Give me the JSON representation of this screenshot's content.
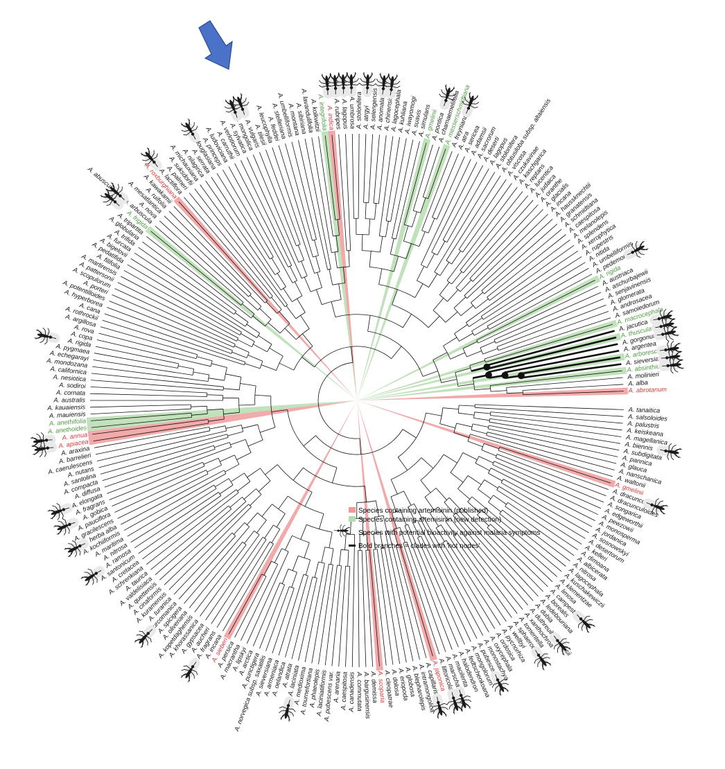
{
  "colors": {
    "published": "#ef9a9a",
    "new_detection": "#b5dcae",
    "published_text": "#d83a3a",
    "new_detection_text": "#4f9a43",
    "branch": "#111111",
    "mosquito": "#1a1a1a",
    "arrow": "#4a72c8"
  },
  "icons": {
    "mosquito": "mosquito-icon",
    "arrow": "arrow-down-right-icon",
    "hot_node": "hot-node-icon"
  },
  "legend": {
    "published": "Species containing artemisinin (published)",
    "new_detection": "Species containing artemisinin (new detection)",
    "bioactivity": "Species with potential bioactivity against malaria symptoms",
    "bold": "Bold branches = clades with 'hot nodes'"
  },
  "taxa": [
    {
      "name": "A. tanaitica"
    },
    {
      "name": "A. salsoloides"
    },
    {
      "name": "A. palustris"
    },
    {
      "name": "A. keiskeana"
    },
    {
      "name": "A. magellanica"
    },
    {
      "name": "A. biennis",
      "mos": 1
    },
    {
      "name": "A. subdigitata"
    },
    {
      "name": "A. pannica"
    },
    {
      "name": "A. glauca"
    },
    {
      "name": "A. nanschanica"
    },
    {
      "name": "A. waltonii"
    },
    {
      "name": "A. gmelinii",
      "s": "p"
    },
    {
      "name": "A. dracunculus",
      "mos": 1
    },
    {
      "name": "A. dracunculoides"
    },
    {
      "name": "A. songarica"
    },
    {
      "name": "A. edgeworthii"
    },
    {
      "name": "A. pewzowii"
    },
    {
      "name": "A. monosperma"
    },
    {
      "name": "A. jordanica"
    },
    {
      "name": "A. sosnowskyi"
    },
    {
      "name": "A. desertorum"
    },
    {
      "name": "A. kelleri"
    },
    {
      "name": "A. dimoana"
    },
    {
      "name": "A. albicerata"
    },
    {
      "name": "A. nitrosa"
    },
    {
      "name": "A. lagocephala"
    },
    {
      "name": "A. kuschakewiczii"
    },
    {
      "name": "A. klementzae"
    },
    {
      "name": "A. limosa"
    },
    {
      "name": "A. campestris",
      "mos": 1
    },
    {
      "name": "A. borealis"
    },
    {
      "name": "A. ledebouriana"
    },
    {
      "name": "A. dubia"
    },
    {
      "name": "A. duthreuil-de-rhinsii",
      "mos": 1
    },
    {
      "name": "A. xanthochroa"
    },
    {
      "name": "A. tomentella"
    },
    {
      "name": "A. sphaerocephala",
      "mos": 1
    },
    {
      "name": "A. wellbyi"
    },
    {
      "name": "A. pycnorhiza"
    },
    {
      "name": "A. ordosica"
    },
    {
      "name": "A. oxycephala"
    },
    {
      "name": "A. monostachya"
    },
    {
      "name": "A. pubescens",
      "mos": 1
    },
    {
      "name": "A. mongolorum"
    },
    {
      "name": "A. fedtschenkoana"
    },
    {
      "name": "A. halodendron"
    },
    {
      "name": "A. macilenta"
    },
    {
      "name": "A. marschalliana",
      "mos": 1
    },
    {
      "name": "A. littoricola",
      "mos": 1
    },
    {
      "name": "A. japonica",
      "s": "p"
    },
    {
      "name": "A. capillaris",
      "mos": 1
    },
    {
      "name": "A. intramongolica"
    },
    {
      "name": "A. blepharolepis"
    },
    {
      "name": "A. globosa"
    },
    {
      "name": "A. eriopoda"
    },
    {
      "name": "A. dolosa"
    },
    {
      "name": "A. cleopatrae"
    },
    {
      "name": "A. scoparia",
      "s": "p"
    },
    {
      "name": "A. demissa"
    },
    {
      "name": "A. bargusinensis"
    },
    {
      "name": "A. commutata"
    },
    {
      "name": "A. canadensis"
    },
    {
      "name": "A. caespitosa"
    },
    {
      "name": "A. arenaria"
    },
    {
      "name": "A. pubescens var."
    },
    {
      "name": "A. laciniatiformis"
    },
    {
      "name": "A. phaeolepis"
    },
    {
      "name": "A. tournefortiana"
    },
    {
      "name": "A. medioxima"
    },
    {
      "name": "A. laciniata",
      "mos": 1
    },
    {
      "name": "A. atrata"
    },
    {
      "name": "A. oelandica"
    },
    {
      "name": "A. armeniaca"
    },
    {
      "name": "A. sieversiana"
    },
    {
      "name": "A. norvegica subsp. saxatilis"
    },
    {
      "name": "A. punctigera"
    },
    {
      "name": "A. arctica"
    },
    {
      "name": "A. lipskyi"
    },
    {
      "name": "A. macrantha"
    },
    {
      "name": "A. persica"
    },
    {
      "name": "A. sieberi",
      "s": "p"
    },
    {
      "name": "A. incana"
    },
    {
      "name": "A. fragrans",
      "mos": 1
    },
    {
      "name": "A. aucheri"
    },
    {
      "name": "A. gypsacea"
    },
    {
      "name": "A. khorassanica"
    },
    {
      "name": "A. kopetdaghensis"
    },
    {
      "name": "A. oliveriana"
    },
    {
      "name": "A. spicigera"
    },
    {
      "name": "A. turcomanica",
      "mos": 1
    },
    {
      "name": "A. turanica"
    },
    {
      "name": "A. kuramensis"
    },
    {
      "name": "A. cinaformis"
    },
    {
      "name": "A. quettensis"
    },
    {
      "name": "A. valdelisiaca"
    },
    {
      "name": "A. taurica"
    },
    {
      "name": "A. schrenkiana"
    },
    {
      "name": "A. cretacea"
    },
    {
      "name": "A. santonicum"
    },
    {
      "name": "A. ramosa",
      "mos": 1
    },
    {
      "name": "A. nitrosa"
    },
    {
      "name": "A. maritima"
    },
    {
      "name": "A. kochiiformis"
    },
    {
      "name": "A. herba alba",
      "mos": 1
    },
    {
      "name": "A. gracilescens"
    },
    {
      "name": "A. pauciflora"
    },
    {
      "name": "A. gobica",
      "mos": 1
    },
    {
      "name": "A. fragrans"
    },
    {
      "name": "A. elongata",
      "mos": 1
    },
    {
      "name": "A. diffusa"
    },
    {
      "name": "A. compacta"
    },
    {
      "name": "A. santolina"
    },
    {
      "name": "A. nutans"
    },
    {
      "name": "A. caerulescens"
    },
    {
      "name": "A. barrelieri"
    },
    {
      "name": "A. araxina"
    },
    {
      "name": "A. apiacea",
      "s": "p",
      "mos": 1
    },
    {
      "name": "A. annua",
      "s": "p",
      "mos": 1
    },
    {
      "name": "A. anethoides",
      "s": "n"
    },
    {
      "name": "A. anethifolia",
      "s": "n"
    },
    {
      "name": "A. mauiensis"
    },
    {
      "name": "A. kauaiensis"
    },
    {
      "name": "A. australis"
    },
    {
      "name": "A. cornata"
    },
    {
      "name": "A. sodiroi"
    },
    {
      "name": "A. nesiotica"
    },
    {
      "name": "A. californica"
    },
    {
      "name": "A. mondozana"
    },
    {
      "name": "A. echegarayi"
    },
    {
      "name": "A. pygmaea"
    },
    {
      "name": "A. rigida",
      "mos": 1
    },
    {
      "name": "A. copa"
    },
    {
      "name": "A. rova"
    },
    {
      "name": "A. argillosa"
    },
    {
      "name": "A. rothrockii"
    },
    {
      "name": "A. cana"
    },
    {
      "name": "A. hyperborea"
    },
    {
      "name": "A. potentilloides"
    },
    {
      "name": "A. porteri"
    },
    {
      "name": "A. scopulorum"
    },
    {
      "name": "A. pattersonii"
    },
    {
      "name": "A. martirensis"
    },
    {
      "name": "A. filifolia"
    },
    {
      "name": "A. pedatifida"
    },
    {
      "name": "A. bigelovii"
    },
    {
      "name": "A. furcata"
    },
    {
      "name": "A. trifida"
    },
    {
      "name": "A. globularia"
    },
    {
      "name": "A. tripartita"
    },
    {
      "name": "A. frigida",
      "s": "n",
      "mos": 1
    },
    {
      "name": "A. abuscula subsp. arbuscula",
      "mos": 1
    },
    {
      "name": "A. nova"
    },
    {
      "name": "A. mesatlantica"
    },
    {
      "name": "A. ruifolia"
    },
    {
      "name": "A. kawakamii"
    },
    {
      "name": "A. roxburghiana",
      "s": "p"
    },
    {
      "name": "A. lactiflora",
      "mos": 1
    },
    {
      "name": "A. palmeri"
    },
    {
      "name": "A. suksdorfii"
    },
    {
      "name": "A. michauxiana"
    },
    {
      "name": "A. nilagirica"
    },
    {
      "name": "A. serrata"
    },
    {
      "name": "A. douglasiana",
      "mos": 1
    },
    {
      "name": "A. princeps"
    },
    {
      "name": "A. ludoviciana"
    },
    {
      "name": "A. carruthii"
    },
    {
      "name": "A. verlotiorum"
    },
    {
      "name": "A. sylvatica"
    },
    {
      "name": "A. mongolica",
      "mos": 1
    },
    {
      "name": "A. vulgaris",
      "mos": 1
    },
    {
      "name": "A. tilesii"
    },
    {
      "name": "A. leucophylla"
    },
    {
      "name": "A. feddei"
    },
    {
      "name": "A. stelleriana"
    },
    {
      "name": "A. umbelliformis"
    },
    {
      "name": "A. montana"
    },
    {
      "name": "A. sibiriana"
    },
    {
      "name": "A. lavandulifolia"
    },
    {
      "name": "A. kolkwitzii"
    },
    {
      "name": "A. integrifolia",
      "s": "n"
    },
    {
      "name": "A. indica",
      "s": "p",
      "mos": 1
    },
    {
      "name": "A. rubripes",
      "mos": 1
    },
    {
      "name": "A. lagopus",
      "mos": 1
    },
    {
      "name": "A. umbrosa",
      "mos": 1
    },
    {
      "name": "A. stolonifera"
    },
    {
      "name": "A. atrgyi",
      "mos": 1
    },
    {
      "name": "A. selengensis"
    },
    {
      "name": "A. anomala",
      "mos": 1
    },
    {
      "name": "A. chinensis",
      "mos": 1
    },
    {
      "name": "A. lagocephala"
    },
    {
      "name": "A. kuhliana"
    },
    {
      "name": "A. iwayomogi"
    },
    {
      "name": "A. suavis"
    },
    {
      "name": "A. simulans"
    },
    {
      "name": "A. gmelinii",
      "s": "n"
    },
    {
      "name": "A. pontica",
      "mos": 1
    },
    {
      "name": "A. chamaemelifolia"
    },
    {
      "name": "A. messerschmidtiana",
      "s": "n"
    },
    {
      "name": "A. freyniana",
      "mos": 1
    },
    {
      "name": "A. atra"
    },
    {
      "name": "A. sericea"
    },
    {
      "name": "A. adamsii"
    },
    {
      "name": "A. sacrorum"
    },
    {
      "name": "A. deserti"
    },
    {
      "name": "A. lagopus"
    },
    {
      "name": "A. stolonifera"
    },
    {
      "name": "A. obtusiloba subsp. altaiensis"
    },
    {
      "name": "A. viscosa"
    },
    {
      "name": "A. czukavinae"
    },
    {
      "name": "A. kaschgarica"
    },
    {
      "name": "A. reptans"
    },
    {
      "name": "A. lucentica"
    },
    {
      "name": "A. judaica"
    },
    {
      "name": "A. oranthe"
    },
    {
      "name": "A. glacialis"
    },
    {
      "name": "A. incana"
    },
    {
      "name": "A. haussknechtii"
    },
    {
      "name": "A. granatensis"
    },
    {
      "name": "A. schmidtiana"
    },
    {
      "name": "A. caespitosa"
    },
    {
      "name": "A. melanolepis"
    },
    {
      "name": "A. splendens"
    },
    {
      "name": "A. xerophytica"
    },
    {
      "name": "A. rupestris"
    },
    {
      "name": "A. nitida"
    },
    {
      "name": "A. umbelliformis"
    },
    {
      "name": "A. pedemontana",
      "mos": 1
    },
    {
      "name": "A. rigida",
      "s": "n"
    },
    {
      "name": "A. austriaca"
    },
    {
      "name": "A. aschurbajewii"
    },
    {
      "name": "A. senjavinensis"
    },
    {
      "name": "A. glomerata"
    },
    {
      "name": "A. androsacea"
    },
    {
      "name": "A. samoiedorum"
    },
    {
      "name": "A. macrocephala",
      "s": "n"
    },
    {
      "name": "A. jacutica",
      "mos": 1
    },
    {
      "name": "A. thuscula",
      "s": "n",
      "mos": 1
    },
    {
      "name": "A. gorgonum",
      "mos": 1
    },
    {
      "name": "A. argentea"
    },
    {
      "name": "A. arborescens",
      "s": "n",
      "mos": 1
    },
    {
      "name": "A. sieversiana",
      "mos": 1
    },
    {
      "name": "A. absinthium",
      "s": "n",
      "mos": 1
    },
    {
      "name": "A. molinieri"
    },
    {
      "name": "A. alba"
    },
    {
      "name": "A. abrotanum",
      "s": "p"
    }
  ]
}
